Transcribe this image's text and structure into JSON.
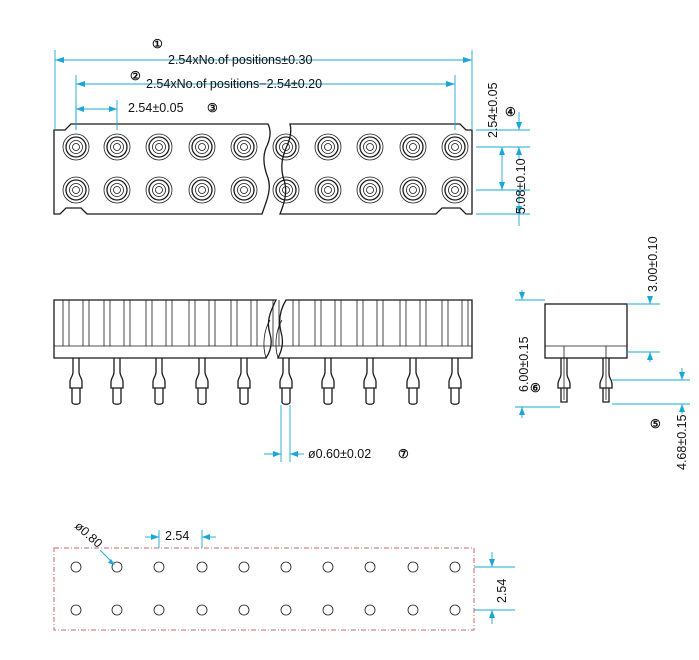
{
  "top_view": {
    "dim_total": "2.54xNo.of positions±0.30",
    "dim_inner": "2.54xNo.of positions−2.54±0.20",
    "dim_pitch": "2.54±0.05",
    "dim_pad": "2.54±0.05",
    "dim_row": "5.08±0.10",
    "callouts": [
      "①",
      "②",
      "③",
      "④"
    ]
  },
  "side_view": {
    "dim_pin_dia": "ø0.60±0.02",
    "callout_dia": "⑦"
  },
  "end_view": {
    "dim_body_height": "3.00±0.10",
    "dim_overall": "6.00±0.15",
    "dim_tail": "4.68±0.15",
    "callouts": [
      "⑥",
      "⑤"
    ]
  },
  "pcb_layout": {
    "hole_dia": "ø0.80",
    "pitch_x": "2.54",
    "pitch_y": "2.54"
  },
  "colors": {
    "outline": "#1a1a1a",
    "dimension": "#19a8d6",
    "pcb_outline": "#c86a6a"
  }
}
